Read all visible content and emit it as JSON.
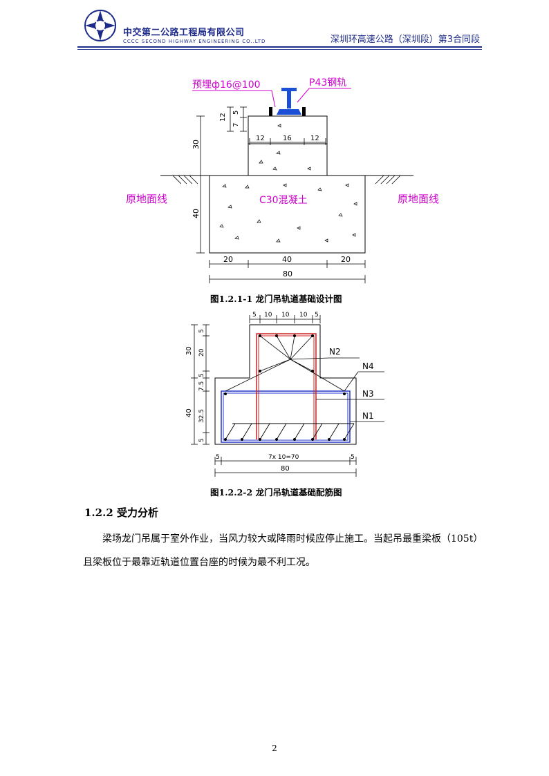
{
  "header": {
    "company": "中交第二公路工程局有限公司",
    "company_en": "CCCC SECOND HIGHWAY ENGINEERING CO.,LTD",
    "project": "深圳环高速公路（深圳段）第3合同段"
  },
  "figure1": {
    "label_embed": "预埋ф16@100",
    "label_rail": "P43钢轨",
    "label_ground_left": "原地面线",
    "label_ground_right": "原地面线",
    "label_concrete": "C30混凝土",
    "dims": {
      "d12_left": "12",
      "d7": "7",
      "d5": "5",
      "d30": "30",
      "d40": "40",
      "top_12a": "12",
      "top_16": "16",
      "top_12b": "12",
      "bot_20a": "20",
      "bot_40": "40",
      "bot_20b": "20",
      "bot_80": "80"
    },
    "caption": "图1.2.1-1 龙门吊轨道基础设计图"
  },
  "figure2": {
    "labels": {
      "n1": "N1",
      "n2": "N2",
      "n3": "N3",
      "n4": "N4"
    },
    "dims": {
      "top_5a": "5",
      "top_10a": "10",
      "top_10b": "10",
      "top_10c": "10",
      "top_5b": "5",
      "left_5a": "5",
      "left_20": "20",
      "left_30": "30",
      "left_5b": "5",
      "left_75": "7.5",
      "left_40": "40",
      "left_325": "32.5",
      "left_5c": "5",
      "bot_5a": "5",
      "bot_7x10": "7x 10=70",
      "bot_5b": "5",
      "bot_80": "80"
    },
    "caption": "图1.2.2-2 龙门吊轨道基础配筋图"
  },
  "section": {
    "title": "1.2.2  受力分析",
    "paragraph": "梁场龙门吊属于室外作业，当风力较大或降雨时候应停止施工。当起吊最重梁板（105t）且梁板位于最靠近轨道位置台座的时候为最不利工况。"
  },
  "page_number": "2",
  "colors": {
    "brand": "#1c2a8a",
    "label": "#cc00cc",
    "rail": "#1a4fd6",
    "rebar_red": "#cc2222",
    "rebar_blue": "#2233cc"
  }
}
